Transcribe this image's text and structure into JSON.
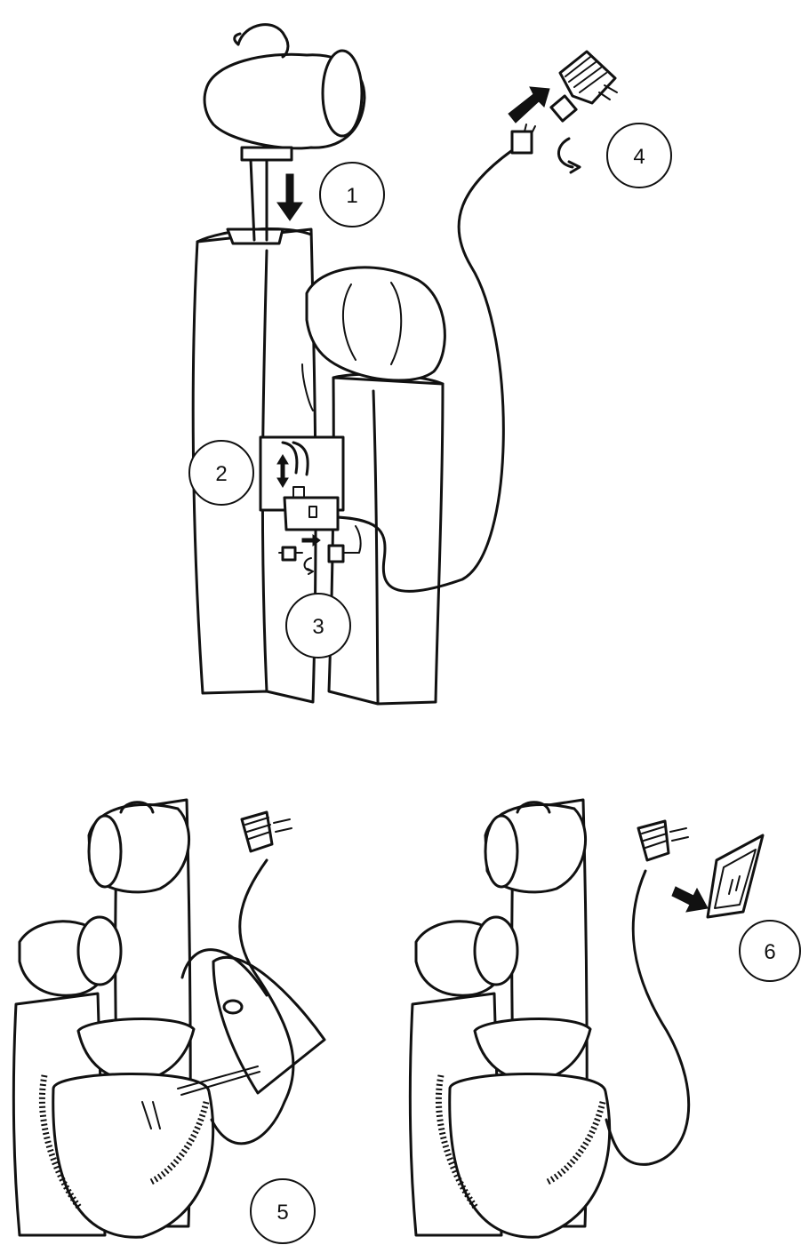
{
  "steps": [
    {
      "label": "1"
    },
    {
      "label": "2"
    },
    {
      "label": "3"
    },
    {
      "label": "4"
    },
    {
      "label": "5"
    },
    {
      "label": "6"
    }
  ],
  "colors": {
    "ink": "#111111",
    "paper": "#ffffff"
  }
}
